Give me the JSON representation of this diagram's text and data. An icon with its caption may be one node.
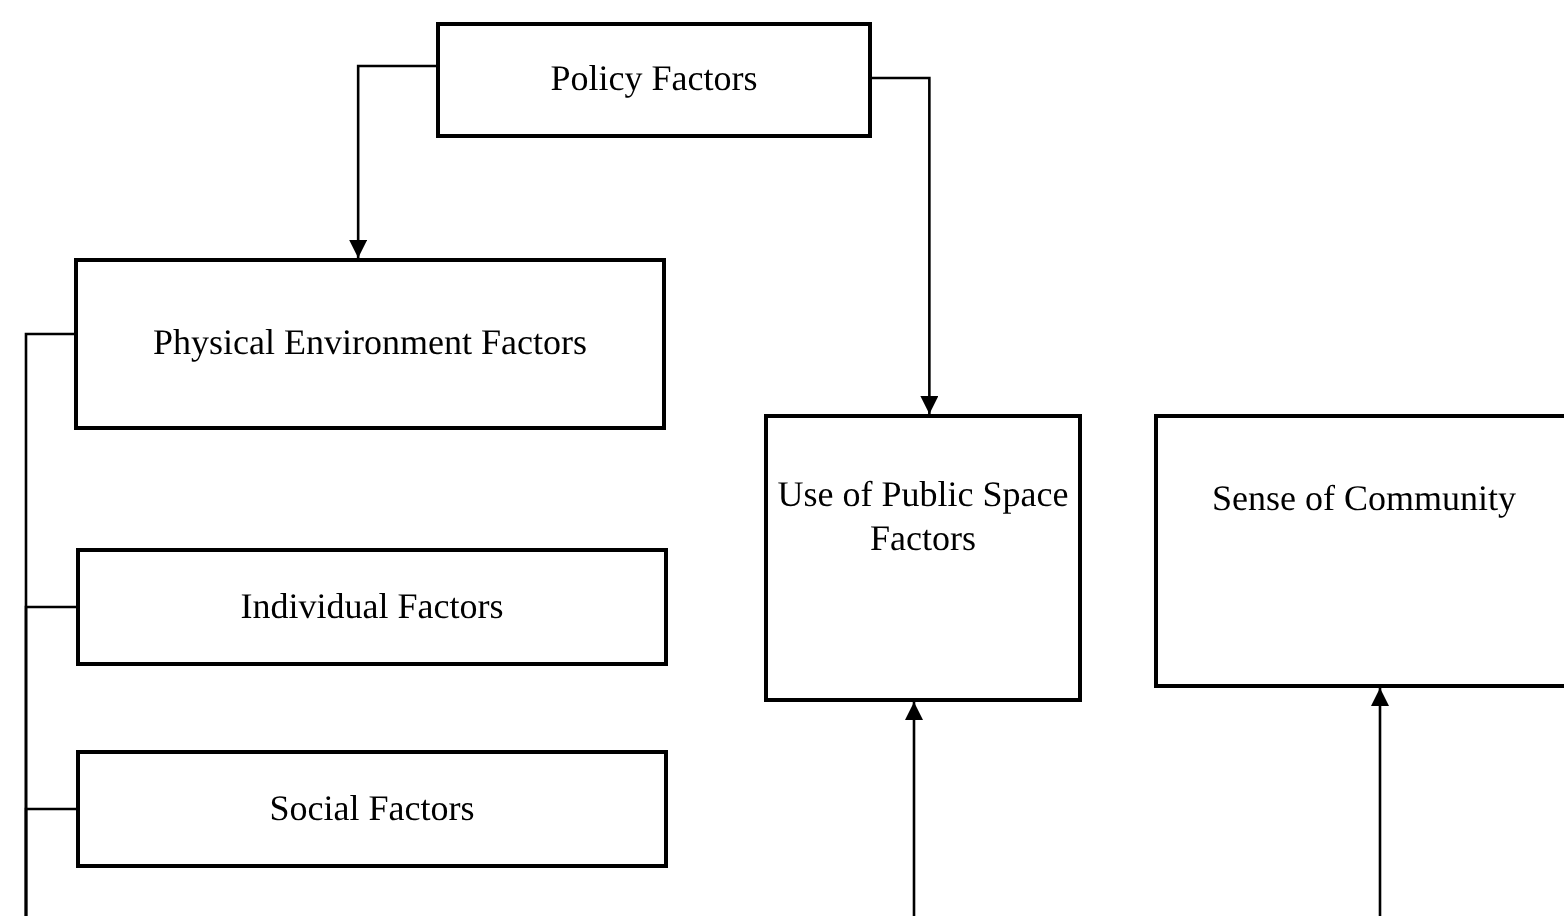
{
  "diagram": {
    "nodes": [
      {
        "text": [
          "Policy Factors"
        ]
      },
      {
        "text": [
          "Physical Environment Factors"
        ]
      },
      {
        "text": [
          "Individual Factors"
        ]
      },
      {
        "text": [
          "Social Factors"
        ]
      },
      {
        "text": [
          "Use of Public Space Factors"
        ]
      },
      {
        "text": [
          "Sense of Community"
        ]
      }
    ],
    "edges": [
      {
        "from": 0,
        "to": 1,
        "arrow": "to"
      },
      {
        "from": 0,
        "to": 4,
        "arrow": "to"
      },
      {
        "from": 1,
        "to": null,
        "arrow": "none"
      },
      {
        "from": 2,
        "to": null,
        "arrow": "none"
      },
      {
        "from": 3,
        "to": null,
        "arrow": "none"
      },
      {
        "from": null,
        "to": 4,
        "arrow": "to"
      },
      {
        "from": null,
        "to": 5,
        "arrow": "to"
      }
    ]
  }
}
